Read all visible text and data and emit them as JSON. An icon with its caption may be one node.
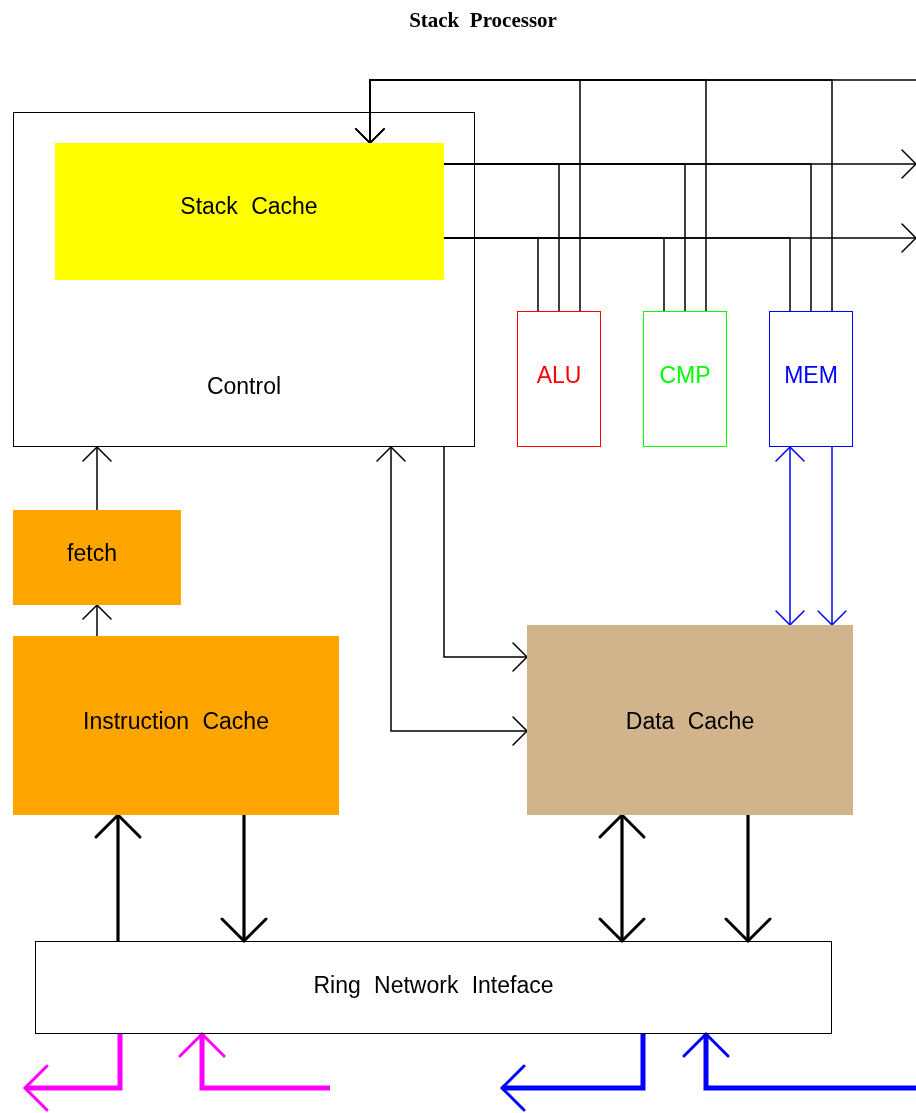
{
  "diagram": {
    "title": "Stack Processor",
    "nodes": [
      {
        "text": [
          "Control"
        ]
      },
      {
        "text": [
          "Stack Cache"
        ],
        "in": 0
      },
      {
        "text": [
          "ALU"
        ]
      },
      {
        "text": [
          "CMP"
        ]
      },
      {
        "text": [
          "MEM"
        ]
      },
      {
        "text": [
          "fetch"
        ]
      },
      {
        "text": [
          "Instruction Cache"
        ]
      },
      {
        "text": [
          "Data Cache"
        ]
      },
      {
        "text": [
          "Ring Network Inteface"
        ]
      }
    ],
    "edges": [
      {
        "from": 1,
        "to": null,
        "arrow": "to"
      },
      {
        "from": 1,
        "to": null,
        "arrow": "to"
      },
      {
        "from": 1,
        "to": 2,
        "arrow": "none"
      },
      {
        "from": 1,
        "to": 2,
        "arrow": "none"
      },
      {
        "from": 1,
        "to": 3,
        "arrow": "none"
      },
      {
        "from": 1,
        "to": 3,
        "arrow": "none"
      },
      {
        "from": 1,
        "to": 4,
        "arrow": "none"
      },
      {
        "from": 1,
        "to": 4,
        "arrow": "none"
      },
      {
        "from": 2,
        "to": 1,
        "arrow": "to"
      },
      {
        "from": 3,
        "to": 1,
        "arrow": "to"
      },
      {
        "from": 4,
        "to": 1,
        "arrow": "to"
      },
      {
        "from": null,
        "to": 1,
        "arrow": "to"
      },
      {
        "from": 5,
        "to": 0,
        "arrow": "to"
      },
      {
        "from": 6,
        "to": 5,
        "arrow": "to"
      },
      {
        "from": 0,
        "to": 7,
        "arrow": "to"
      },
      {
        "from": 0,
        "to": 7,
        "arrow": "both"
      },
      {
        "from": 4,
        "to": 7,
        "arrow": "both",
        "color": "#0000ff"
      },
      {
        "from": 4,
        "to": 7,
        "arrow": "to",
        "color": "#0000ff"
      },
      {
        "from": 8,
        "to": 6,
        "arrow": "to",
        "style": "thick"
      },
      {
        "from": 6,
        "to": 8,
        "arrow": "to",
        "style": "thick"
      },
      {
        "from": 7,
        "to": 8,
        "arrow": "both",
        "style": "thick"
      },
      {
        "from": 7,
        "to": 8,
        "arrow": "to",
        "style": "thick"
      },
      {
        "from": 8,
        "to": null,
        "arrow": "to",
        "style": "thick",
        "color": "#ff00ff"
      },
      {
        "from": null,
        "to": 8,
        "arrow": "to",
        "style": "thick",
        "color": "#ff00ff"
      },
      {
        "from": 8,
        "to": null,
        "arrow": "to",
        "style": "thick",
        "color": "#0000ff"
      },
      {
        "from": null,
        "to": 8,
        "arrow": "to",
        "style": "thick",
        "color": "#0000ff"
      }
    ]
  }
}
